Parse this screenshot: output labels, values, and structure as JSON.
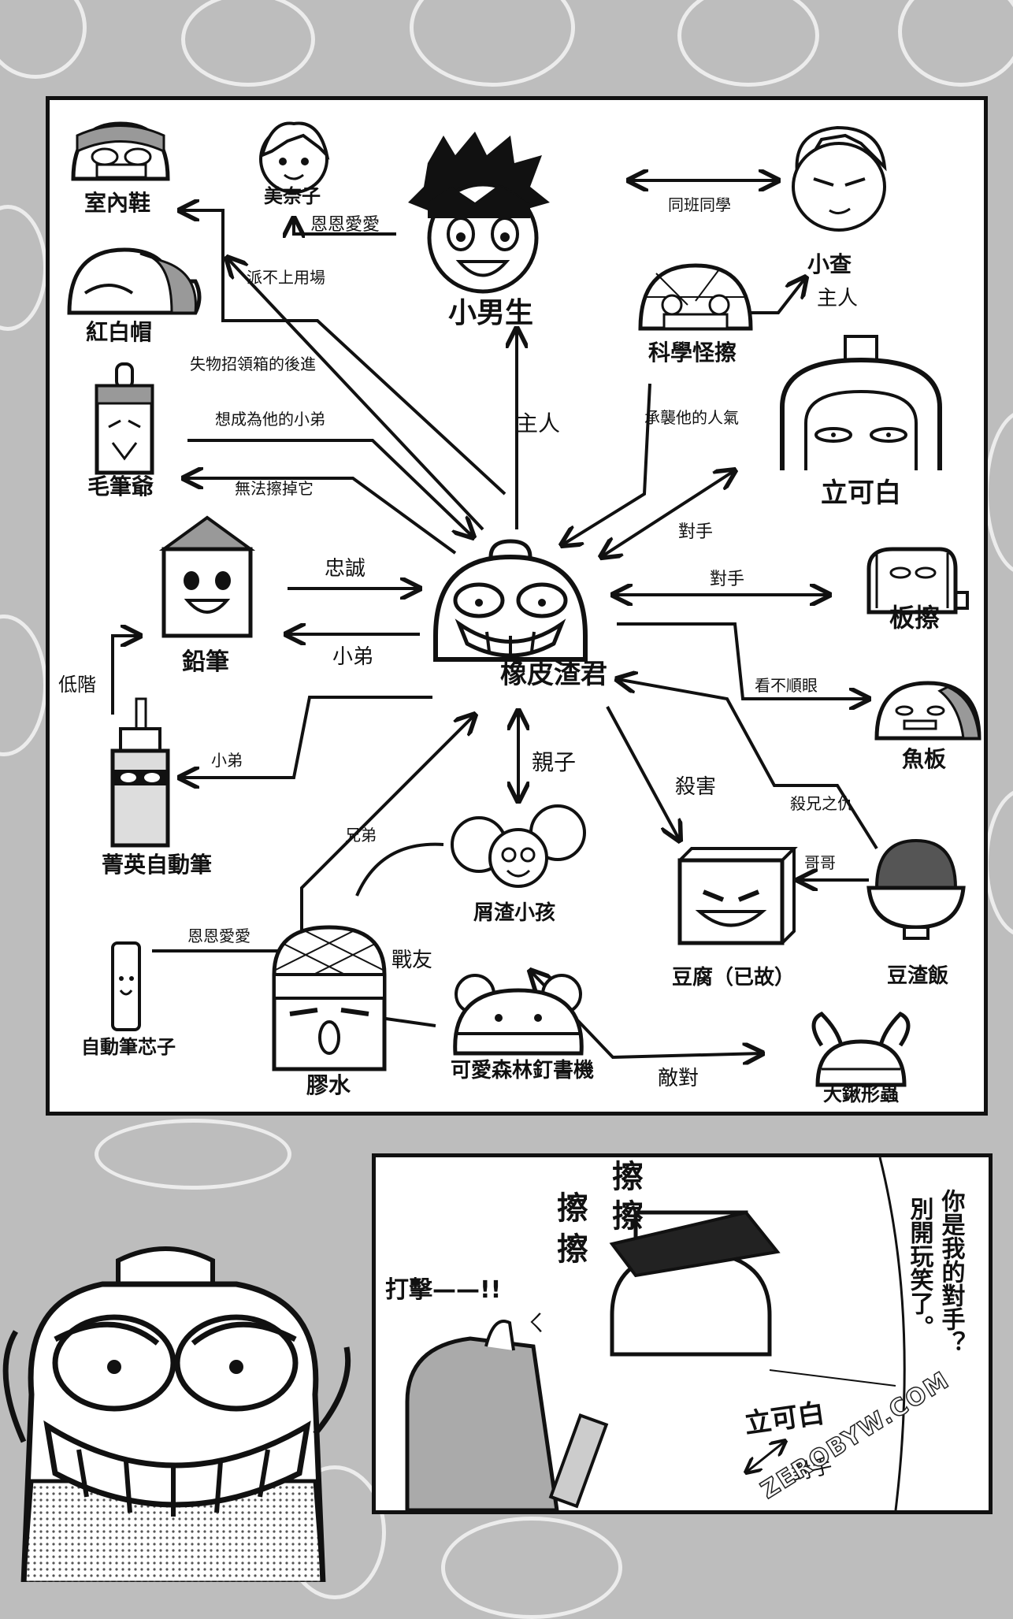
{
  "diagram": {
    "nodes": [
      {
        "id": "n_eraser",
        "label": "橡皮渣君"
      },
      {
        "id": "n_boy",
        "label": "小男生"
      },
      {
        "id": "n_minako",
        "label": "美奈子"
      },
      {
        "id": "n_slipper",
        "label": "室內鞋"
      },
      {
        "id": "n_cap",
        "label": "紅白帽"
      },
      {
        "id": "n_brush",
        "label": "毛筆爺"
      },
      {
        "id": "n_pencil",
        "label": "鉛筆"
      },
      {
        "id": "n_mech",
        "label": "菁英自動筆"
      },
      {
        "id": "n_lead",
        "label": "自動筆芯子"
      },
      {
        "id": "n_glue",
        "label": "膠水"
      },
      {
        "id": "n_kids",
        "label": "屑渣小孩"
      },
      {
        "id": "n_stapler",
        "label": "可愛森林釘書機"
      },
      {
        "id": "n_beetle",
        "label": "大鍬形蟲"
      },
      {
        "id": "n_tofu",
        "label": "豆腐（已故）"
      },
      {
        "id": "n_rice",
        "label": "豆渣飯"
      },
      {
        "id": "n_kamaboko",
        "label": "魚板"
      },
      {
        "id": "n_board",
        "label": "板擦"
      },
      {
        "id": "n_rikkaku",
        "label": "立可白"
      },
      {
        "id": "n_monster",
        "label": "科學怪擦"
      },
      {
        "id": "n_cha",
        "label": "小查"
      }
    ],
    "edges": [
      {
        "id": "e_boy_minako",
        "label": "恩恩愛愛"
      },
      {
        "id": "e_boy_cha",
        "label": "同班同學"
      },
      {
        "id": "e_monster_cha",
        "label": "主人"
      },
      {
        "id": "e_eraser_boy",
        "label": "主人"
      },
      {
        "id": "e_eraser_cap",
        "label": "派不上用場"
      },
      {
        "id": "e_eraser_lost",
        "label": "失物招領箱的後進"
      },
      {
        "id": "e_brush_eraser",
        "label": "想成為他的小弟"
      },
      {
        "id": "e_eraser_brush",
        "label": "無法擦掉它"
      },
      {
        "id": "e_monster_eraser",
        "label": "承襲他的人氣"
      },
      {
        "id": "e_eraser_rikkaku",
        "label": "對手"
      },
      {
        "id": "e_pencil_eraser",
        "label": "忠誠"
      },
      {
        "id": "e_eraser_pencil",
        "label": "小弟"
      },
      {
        "id": "e_eraser_board",
        "label": "對手"
      },
      {
        "id": "e_mech_pencil",
        "label": "低階"
      },
      {
        "id": "e_eraser_mech",
        "label": "小弟"
      },
      {
        "id": "e_eraser_kamaboko",
        "label": "看不順眼"
      },
      {
        "id": "e_eraser_kids",
        "label": "親子"
      },
      {
        "id": "e_eraser_tofu",
        "label": "殺害"
      },
      {
        "id": "e_rice_eraser",
        "label": "殺兄之仇"
      },
      {
        "id": "e_glue_kids",
        "label": "兄弟"
      },
      {
        "id": "e_rice_tofu",
        "label": "哥哥"
      },
      {
        "id": "e_lead_eraser",
        "label": "恩恩愛愛"
      },
      {
        "id": "e_glue_stapler",
        "label": "戰友"
      },
      {
        "id": "e_stapler_beetle",
        "label": "敵對"
      }
    ]
  },
  "comic": {
    "sfx_rub": [
      "擦",
      "擦",
      "擦",
      "擦"
    ],
    "sfx_hit": "打擊——!!",
    "sfx_small": "ㄑ",
    "speech_lines": [
      "你是我的對手？",
      "別開玩笑了。"
    ],
    "sign_label": "立可白",
    "sign_rival": "對手"
  },
  "watermark": "ZEROBYW.COM"
}
